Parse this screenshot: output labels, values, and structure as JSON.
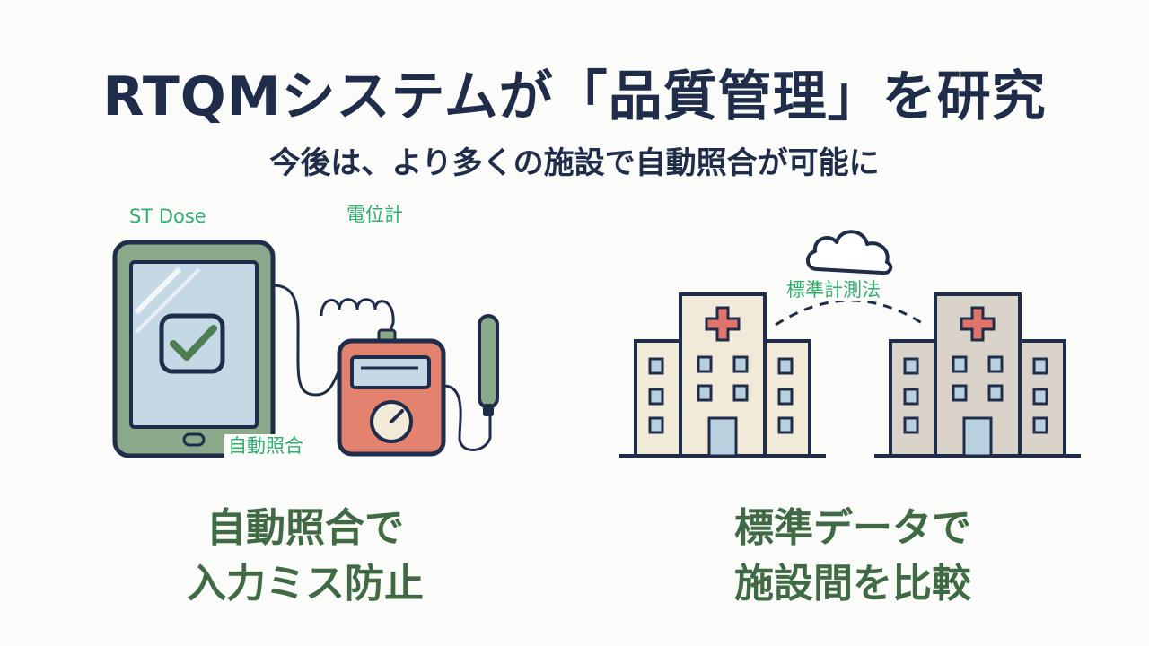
{
  "title": "RTQMシステムが「品質管理」を研究",
  "subtitle": "今後は、より多くの施設で自動照合が可能に",
  "left": {
    "label_device": "ST Dose",
    "label_meter": "電位計",
    "label_auto": "自動照合",
    "caption_line1": "自動照合で",
    "caption_line2": "入力ミス防止"
  },
  "right": {
    "label_method": "標準計測法",
    "caption_line1": "標準データで",
    "caption_line2": "施設間を比較"
  },
  "icons": {
    "tablet": "tablet-icon",
    "check": "check-icon",
    "electrometer": "electrometer-icon",
    "probe": "probe-icon",
    "cloud": "cloud-icon",
    "hospital": "hospital-icon"
  },
  "colors": {
    "title": "#1f2d4a",
    "label": "#2fae6e",
    "caption": "#3f6a44",
    "tablet_frame": "#8aa88a",
    "screen": "#c4d8e6",
    "meter": "#e3826f",
    "hospital_left": "#f2ead9",
    "hospital_right": "#d9d3c9",
    "cross": "#e0736a"
  }
}
